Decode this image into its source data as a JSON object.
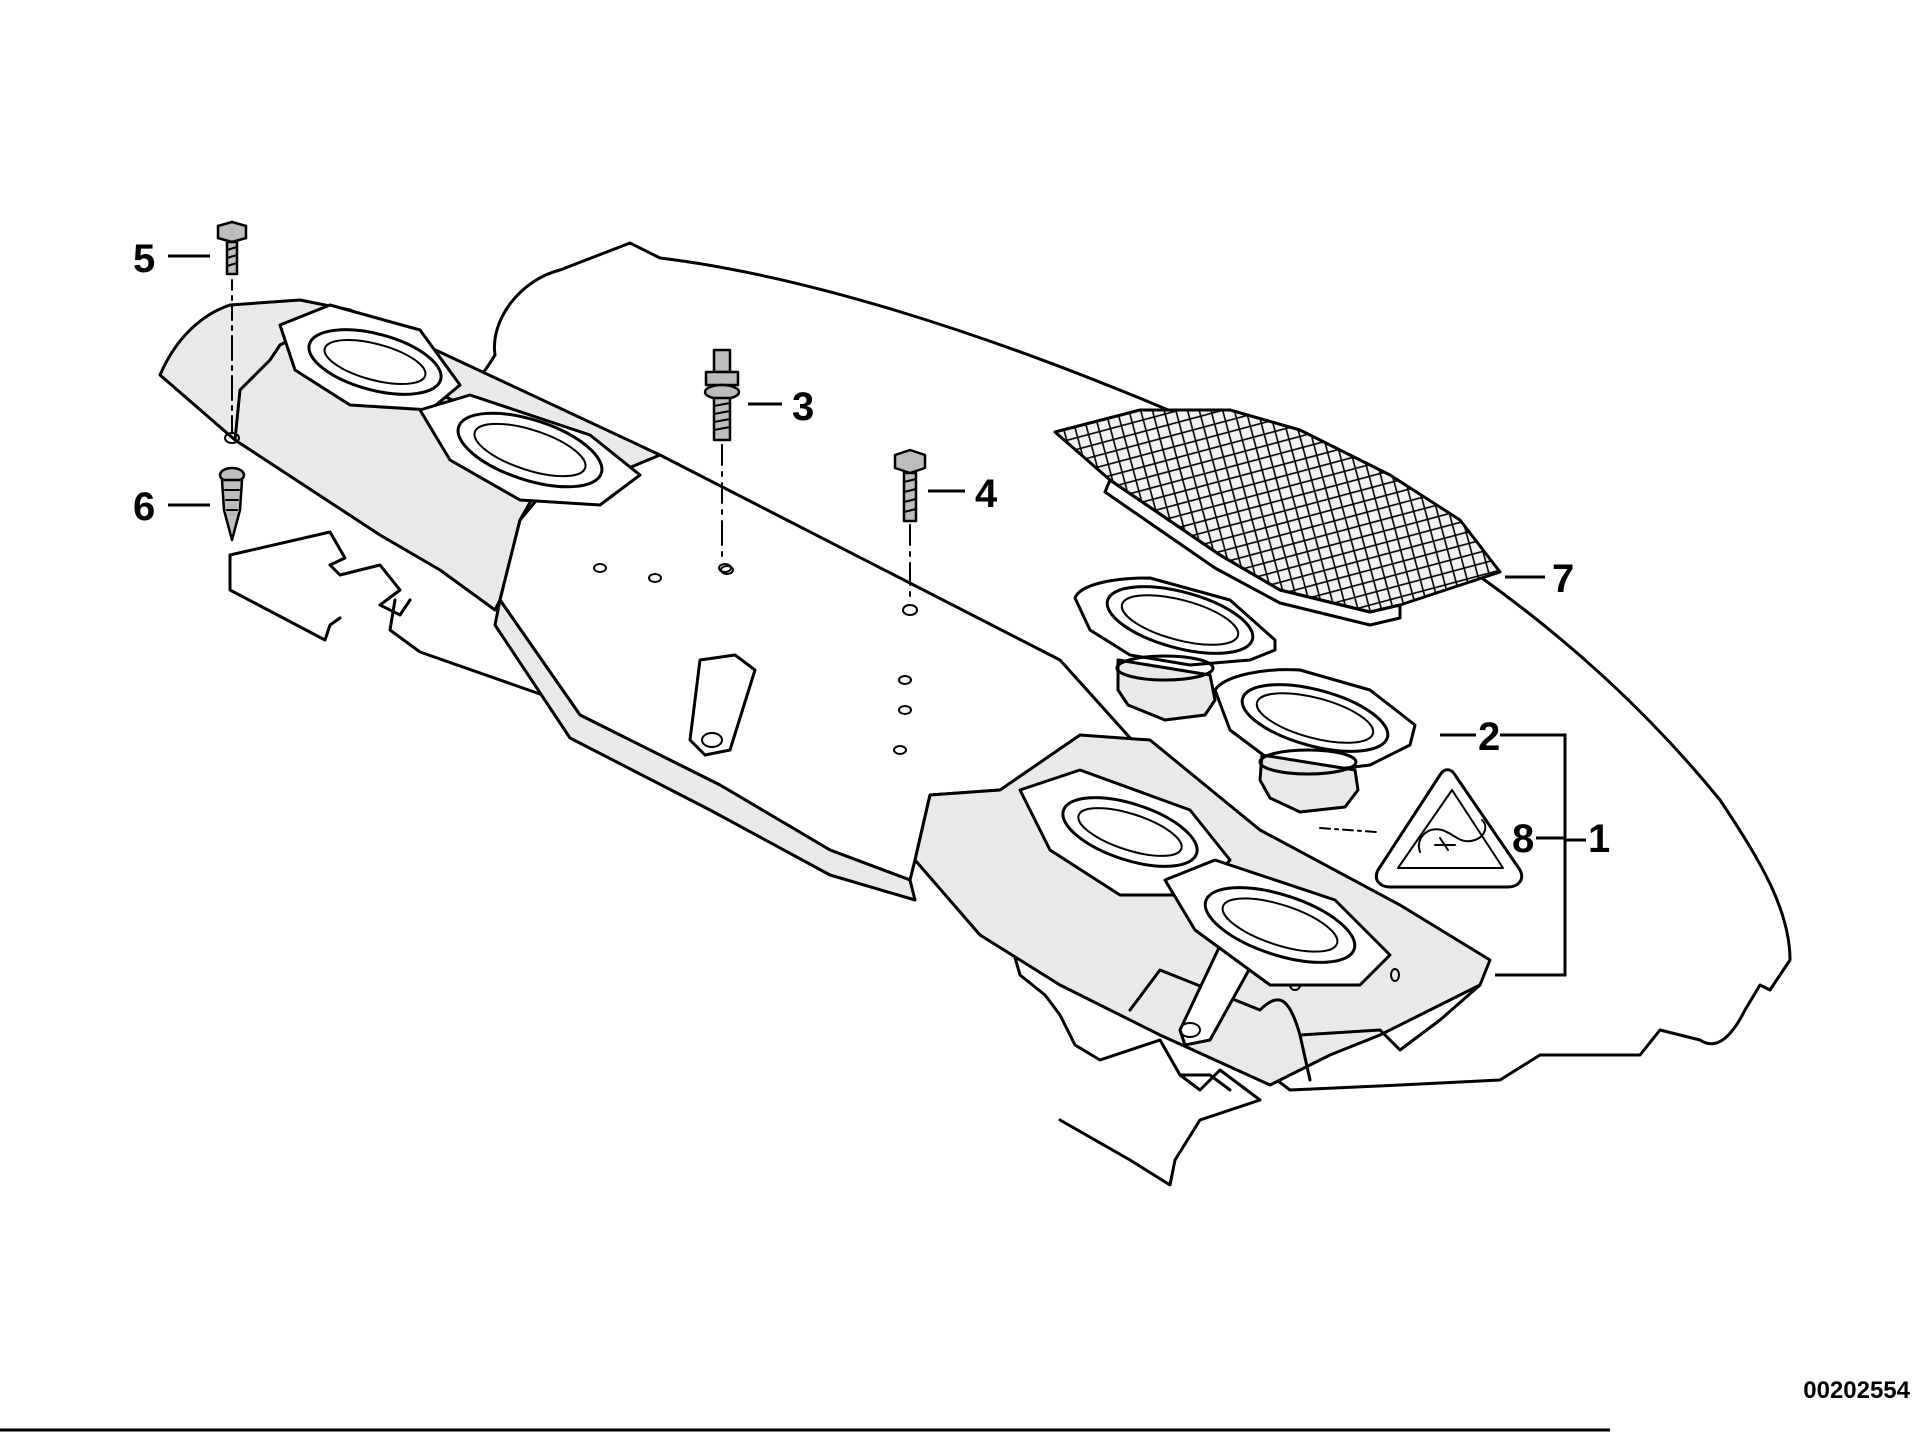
{
  "diagram": {
    "callouts": [
      {
        "id": "1",
        "label": "1"
      },
      {
        "id": "2",
        "label": "2"
      },
      {
        "id": "3",
        "label": "3"
      },
      {
        "id": "4",
        "label": "4"
      },
      {
        "id": "5",
        "label": "5"
      },
      {
        "id": "6",
        "label": "6"
      },
      {
        "id": "7",
        "label": "7"
      },
      {
        "id": "8",
        "label": "8"
      }
    ],
    "document_number": "00202554"
  }
}
